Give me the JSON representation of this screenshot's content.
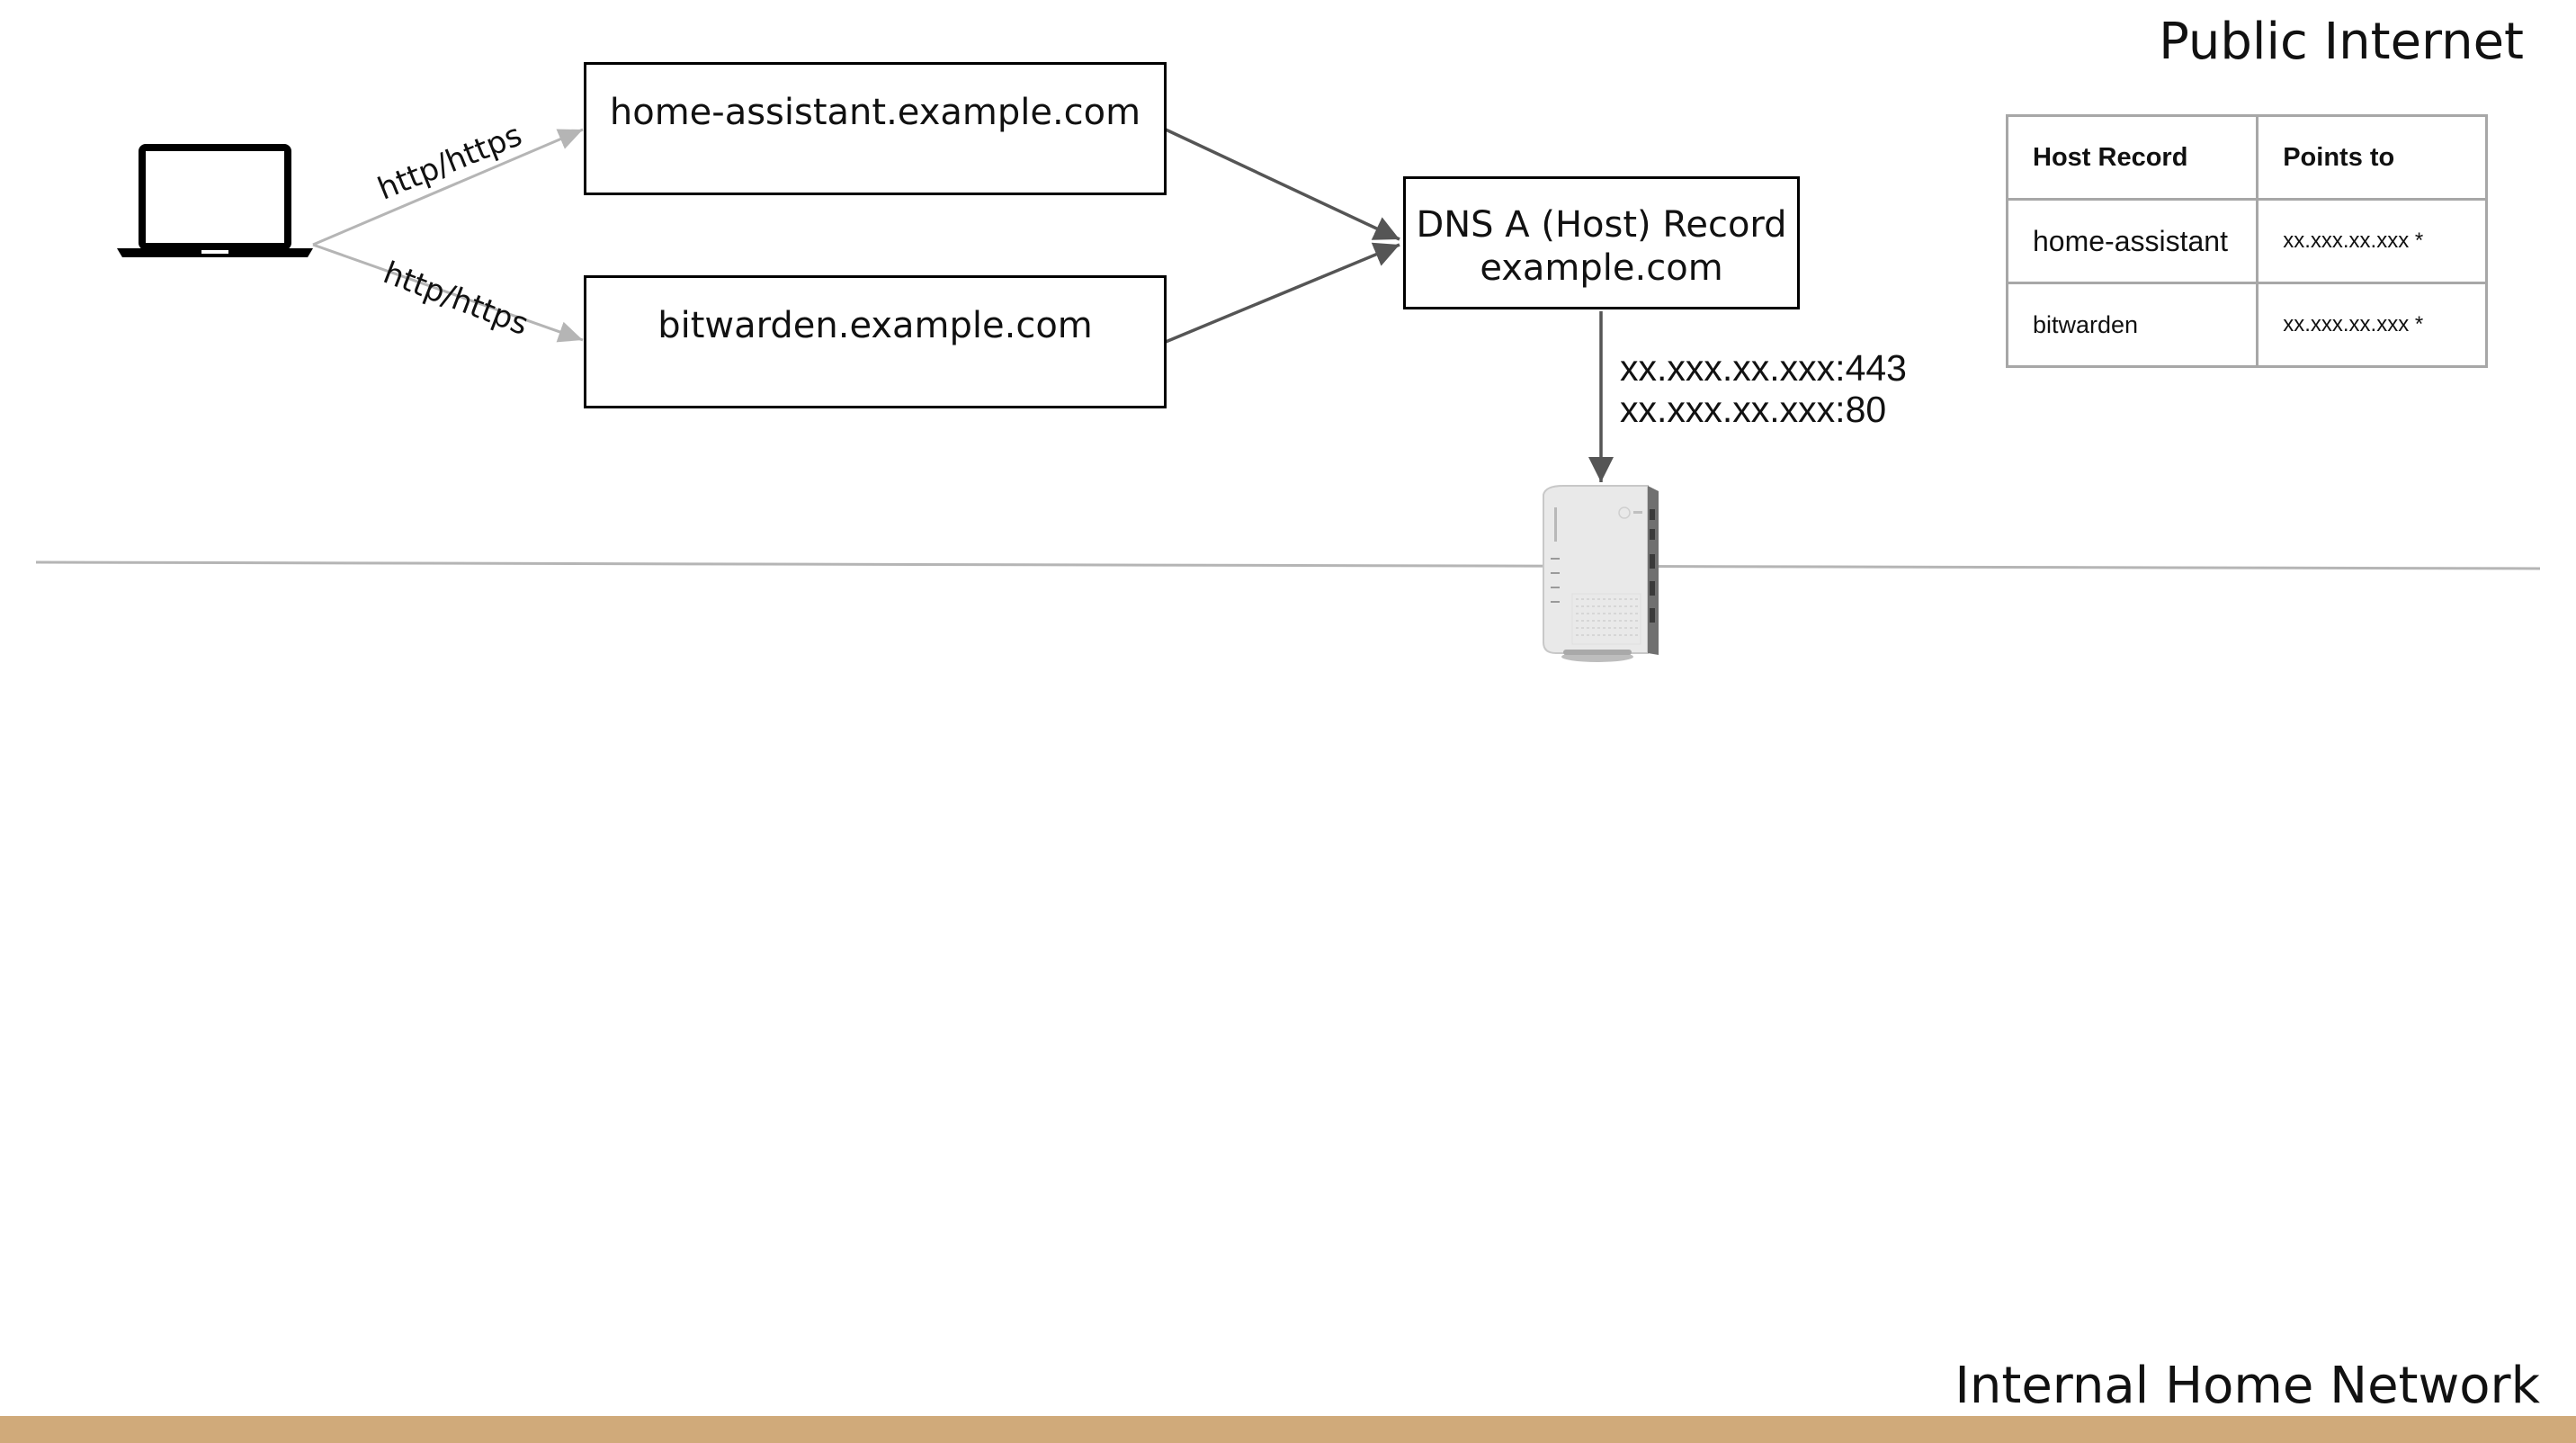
{
  "zones": {
    "public": "Public Internet",
    "internal": "Internal Home Network"
  },
  "client": {
    "icon": "laptop-icon"
  },
  "hosts": [
    {
      "label": "home-assistant.example.com",
      "edge_label": "http/https"
    },
    {
      "label": "bitwarden.example.com",
      "edge_label": "http/https"
    }
  ],
  "dns_box": {
    "line1": "DNS A (Host) Record",
    "line2": "example.com"
  },
  "ports": [
    "xx.xxx.xx.xxx:443",
    "xx.xxx.xx.xxx:80"
  ],
  "router": {
    "icon": "router-icon"
  },
  "dns_table": {
    "headers": [
      "Host Record",
      "Points to"
    ],
    "rows": [
      {
        "host": "home-assistant",
        "points_to": "xx.xxx.xx.xxx *"
      },
      {
        "host": "bitwarden",
        "points_to": "xx.xxx.xx.xxx *"
      }
    ]
  },
  "colors": {
    "line_dark": "#555555",
    "line_light": "#b5b5b5",
    "bottom_bar": "#d0aa7a"
  }
}
